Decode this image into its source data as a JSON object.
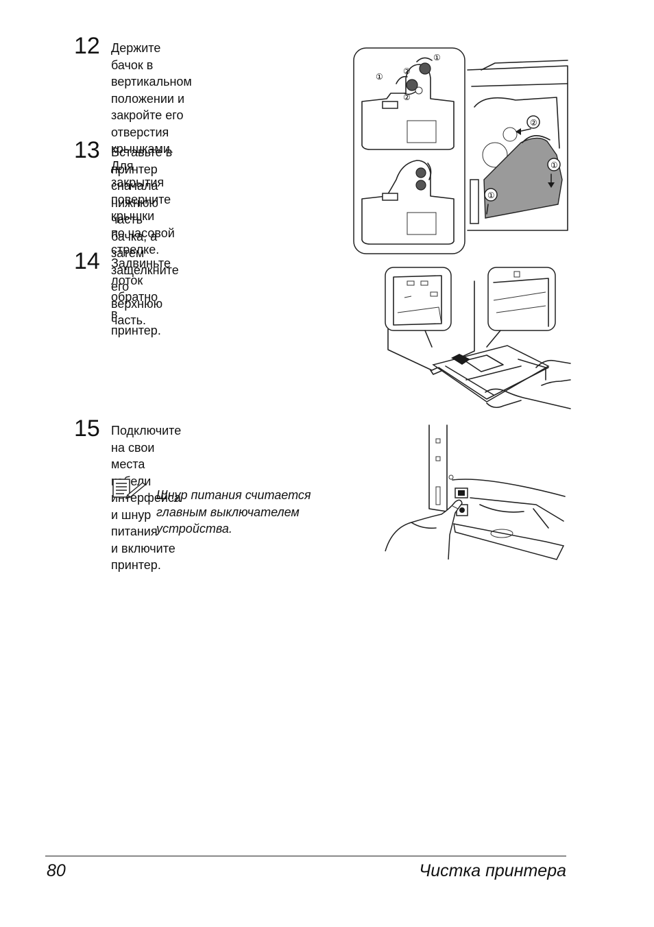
{
  "steps": [
    {
      "number": "12",
      "text": "Держите бачок в вертикальном\nположении и закройте его\nотверстия крышками. Для\nзакрытия поверните крышки\nпо часовой стрелке."
    },
    {
      "number": "13",
      "text": "Вставьте в принтер сначала\nнижнюю часть бачка, а затем\nзащелкните его верхнюю часть."
    },
    {
      "number": "14",
      "text": "Задвиньте лоток обратно\nв принтер."
    },
    {
      "number": "15",
      "text": "Подключите на свои места кабели\nинтерфейса и шнур питания\nи включите принтер."
    }
  ],
  "note": {
    "icon": "memo-pencil-icon",
    "text": "Шнур питания считается\nглавным выключателем\nустройства."
  },
  "illustrations": {
    "callouts": {
      "one": "①",
      "two": "②"
    }
  },
  "footer": {
    "page_number": "80",
    "chapter_title": "Чистка принтера"
  }
}
